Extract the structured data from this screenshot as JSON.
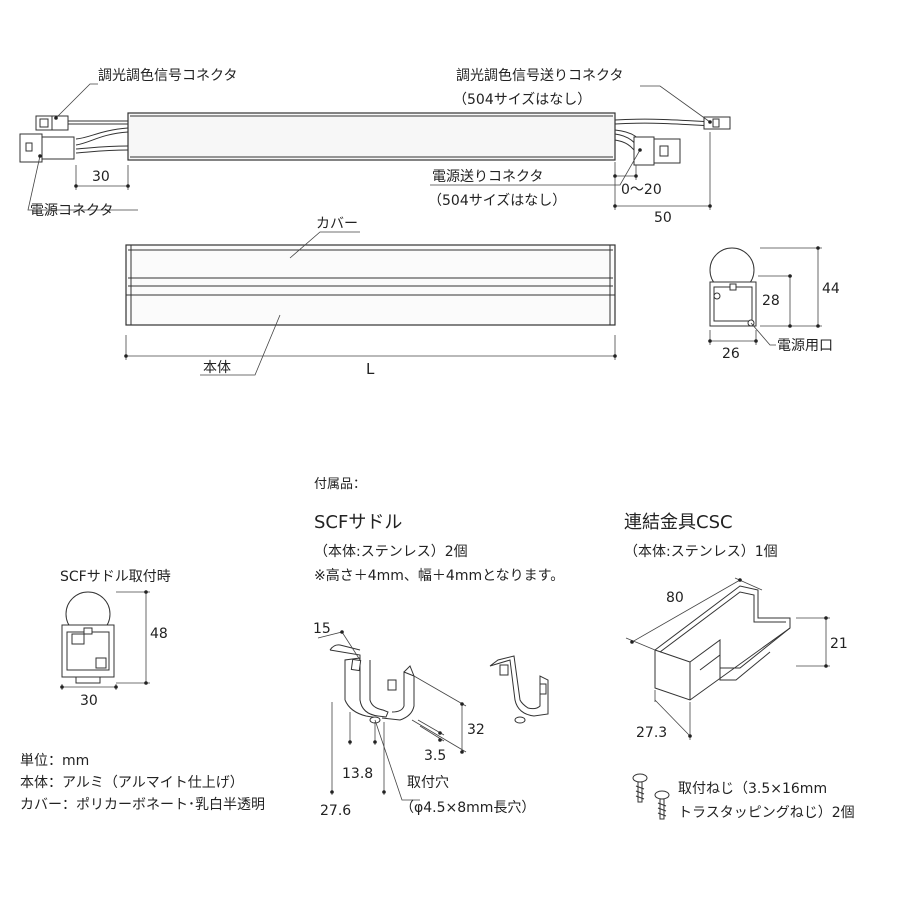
{
  "labels": {
    "dimming_connector": "調光調色信号コネクタ",
    "dimming_send_connector": "調光調色信号送りコネクタ",
    "not_504_a": "（504サイズはなし）",
    "power_connector": "電源コネクタ",
    "power_send_connector": "電源送りコネクタ",
    "not_504_b": "（504サイズはなし）",
    "cover": "カバー",
    "body": "本体",
    "length": "L",
    "power_port": "電源用口",
    "accessories": "付属品：",
    "saddle_title": "SCFサドル",
    "saddle_material": "（本体:ステンレス）2個",
    "saddle_note": "※高さ＋4mm、幅＋4mmとなります。",
    "joint_title": "連結金具CSC",
    "joint_material": "（本体:ステンレス）1個",
    "saddle_mounted": "SCFサドル取付時",
    "mount_hole": "取付穴",
    "mount_hole_spec": "（φ4.5×8mm長穴）",
    "screw_line1": "取付ねじ（3.5×16mm",
    "screw_line2": "トラスタッピングねじ）2個",
    "unit": "単位：mm",
    "body_material": "本体：アルミ（アルマイト仕上げ）",
    "cover_material": "カバー：ポリカーボネート･乳白半透明"
  },
  "dims": {
    "d30_top": "30",
    "d0_20": "0〜20",
    "d50": "50",
    "d44": "44",
    "d28": "28",
    "d26": "26",
    "d48": "48",
    "d30_saddle": "30",
    "d15": "15",
    "d32": "32",
    "d3_5": "3.5",
    "d13_8": "13.8",
    "d27_6": "27.6",
    "d80": "80",
    "d21": "21",
    "d27_3": "27.3"
  }
}
